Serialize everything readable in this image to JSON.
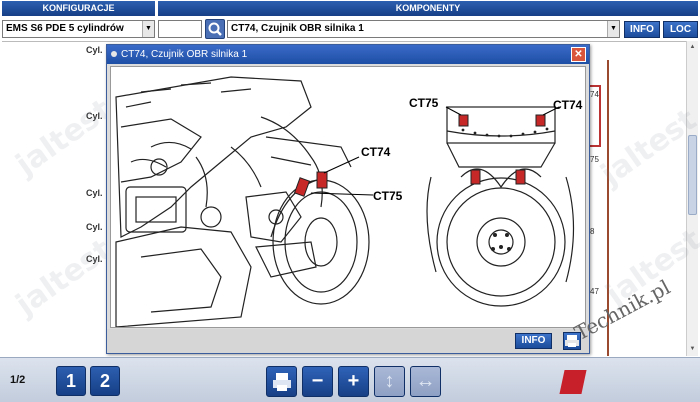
{
  "header": {
    "konfiguracja": "KONFIGURACJE",
    "komponenty": "KOMPONENTY"
  },
  "config_select": {
    "value": "EMS S6 PDE 5 cylindrów"
  },
  "component_select": {
    "value": "CT74, Czujnik OBR silnika 1"
  },
  "buttons": {
    "info": "INFO",
    "loc": "LOC"
  },
  "document": {
    "cyl_labels": [
      "Cyl.",
      "Cyl.",
      "Cyl.",
      "Cyl.",
      "Cyl."
    ],
    "right_numbers": [
      "74",
      "75",
      "8",
      "47"
    ]
  },
  "dialog": {
    "title": "CT74, Czujnik OBR silnika 1",
    "close_glyph": "✕",
    "info_label": "INFO",
    "callouts": {
      "left_ct74": "CT74",
      "left_ct75": "CT75",
      "right_ct75": "CT75",
      "right_ct74": "CT74"
    }
  },
  "watermark": "jaltest",
  "footer": {
    "page_indicator": "1/2",
    "page_buttons": [
      "1",
      "2"
    ],
    "tools": [
      "print",
      "zoom-out",
      "zoom-in",
      "fit-height",
      "fit-width"
    ]
  },
  "brand_text": "Technik.pl"
}
